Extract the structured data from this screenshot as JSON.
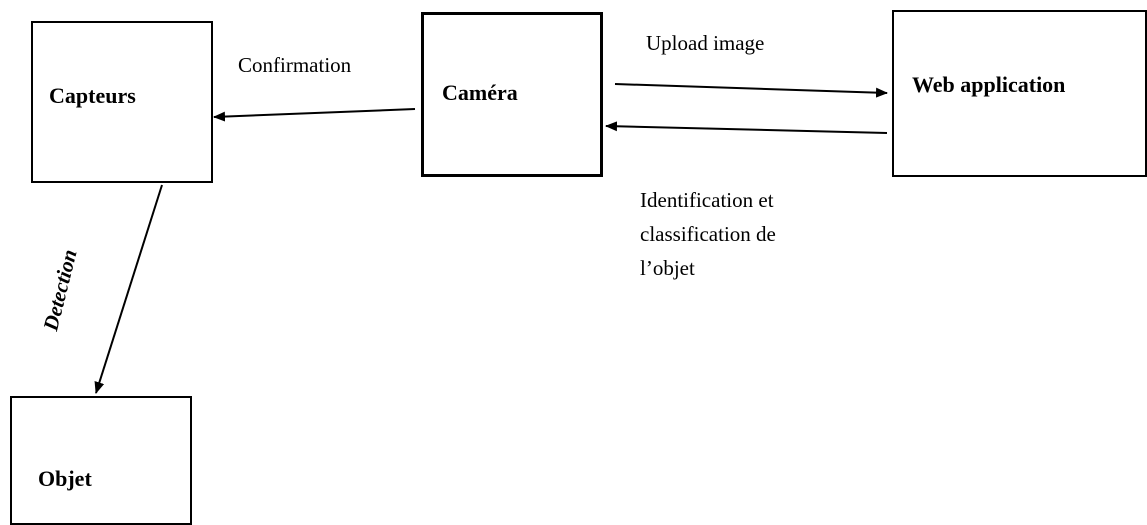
{
  "nodes": {
    "capteurs": "Capteurs",
    "camera": "Caméra",
    "web": "Web application",
    "objet": "Objet"
  },
  "edges": {
    "confirmation": "Confirmation",
    "upload": "Upload image",
    "identification": [
      "Identification et",
      "classification de",
      "l’objet"
    ],
    "detection": "Detection"
  },
  "colors": {
    "stroke": "#000000",
    "background": "#ffffff"
  }
}
